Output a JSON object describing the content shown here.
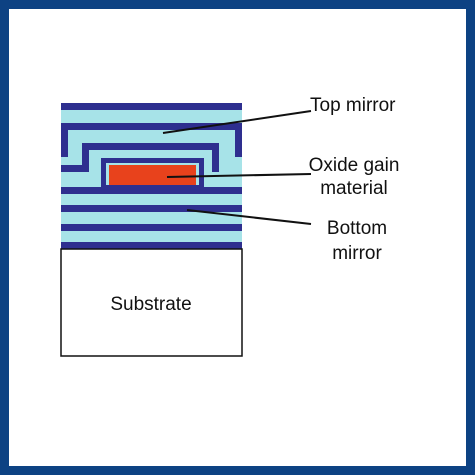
{
  "colors": {
    "frame": "#0d4283",
    "mirror_dark": "#2e2f8f",
    "mirror_light": "#a7e3e8",
    "gain": "#e8421c",
    "substrate_fill": "#ffffff",
    "outline": "#111111",
    "leader": "#111111"
  },
  "labels": {
    "top_mirror": "Top mirror",
    "gain_line1": "Oxide gain",
    "gain_line2": "material",
    "bottom_line1": "Bottom",
    "bottom_line2": "mirror",
    "substrate": "Substrate"
  }
}
